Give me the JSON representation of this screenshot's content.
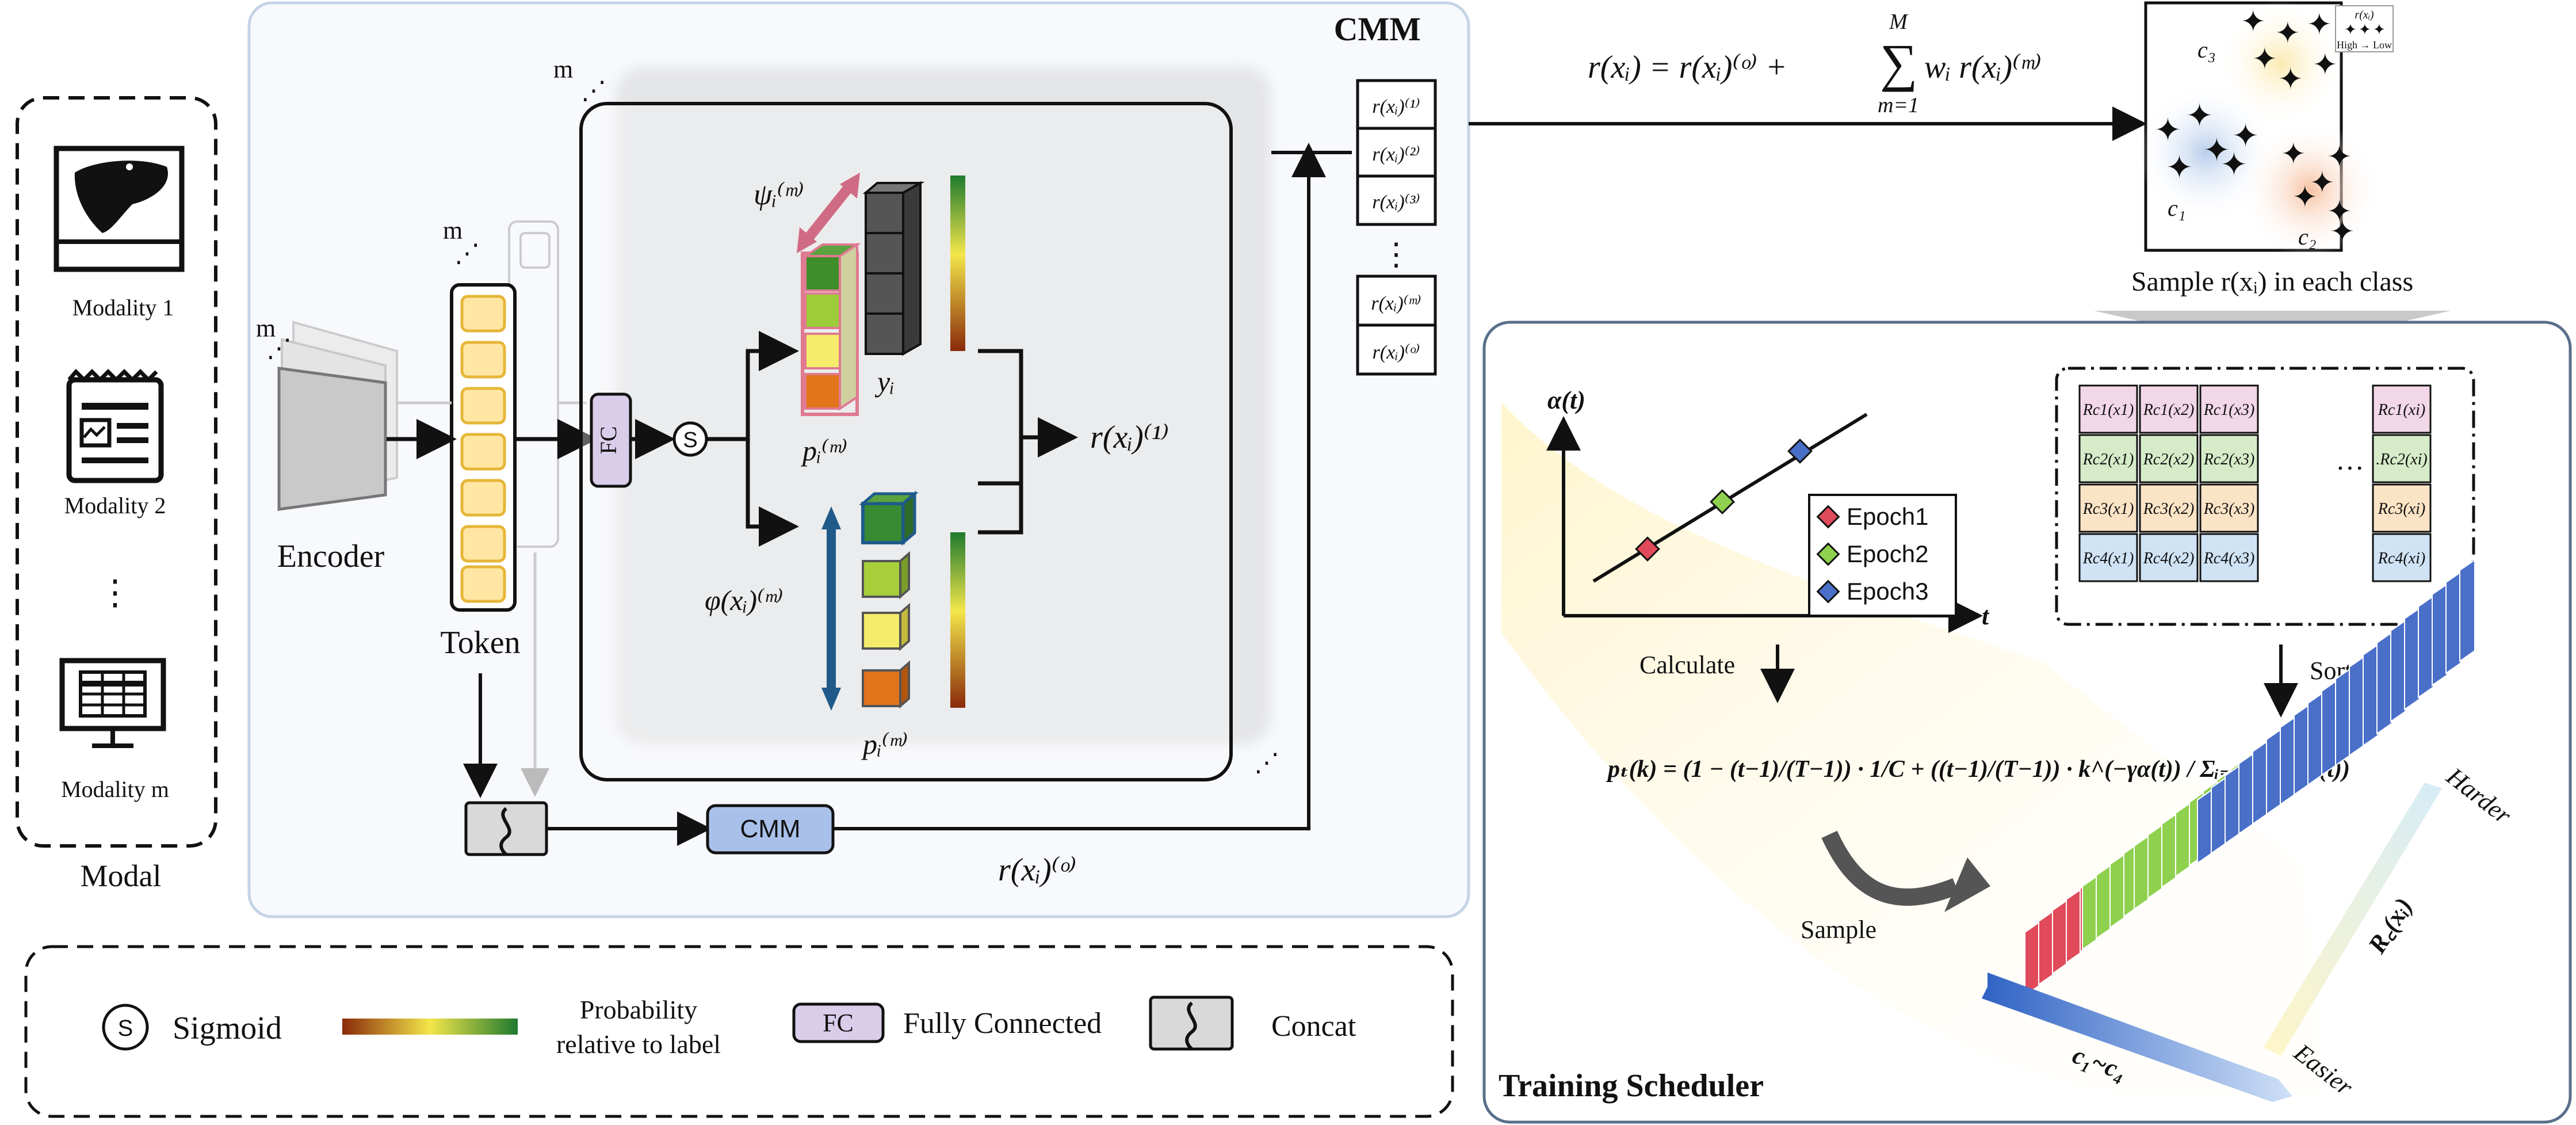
{
  "modal": {
    "title": "Modal",
    "items": [
      "Modality 1",
      "Modality 2",
      "Modality m"
    ],
    "ellipsis": "⋮"
  },
  "cmm_panel": {
    "title": "CMM",
    "encoder_label": "Encoder",
    "token_label": "Token",
    "fc_label": "FC",
    "sigmoid_symbol": "S",
    "m_mark": "m",
    "cmm_box_label": "CMM",
    "r_one": "r(xᵢ)⁽¹⁾",
    "r_o": "r(xᵢ)⁽ᵒ⁾",
    "psi_label": "ψᵢ⁽ᵐ⁾",
    "phi_label": "φ(xᵢ)⁽ᵐ⁾",
    "y_label": "yᵢ",
    "p_label": "pᵢ⁽ᵐ⁾",
    "r_stack": [
      "r(xᵢ)⁽¹⁾",
      "r(xᵢ)⁽²⁾",
      "r(xᵢ)⁽³⁾",
      "r(xᵢ)⁽ᵐ⁾",
      "r(xᵢ)⁽ᵒ⁾"
    ],
    "dots": "⋮"
  },
  "formula_top": {
    "lhs": "r(xᵢ) = r(xᵢ)⁽ᵒ⁾ +",
    "sum_top": "M",
    "sum_bottom": "m=1",
    "rhs": "wᵢ r(xᵢ)⁽ᵐ⁾"
  },
  "cluster": {
    "labels": [
      "c₁",
      "c₂",
      "c₃"
    ],
    "legend_title": "r(xᵢ)",
    "legend_scale": "High → Low",
    "caption": "Sample r(xᵢ) in each class"
  },
  "training": {
    "title": "Training Scheduler",
    "y_axis": "α(t)",
    "x_axis": "t",
    "legend": [
      {
        "label": "Epoch1",
        "color": "#e04a5a"
      },
      {
        "label": "Epoch2",
        "color": "#8fd14f"
      },
      {
        "label": "Epoch3",
        "color": "#4a6fc9"
      }
    ],
    "calculate": "Calculate",
    "sort": "Sort",
    "sample": "Sample",
    "formula": "pₜ(k) = (1 − (t−1)/(T−1)) · 1/C + ((t−1)/(T−1)) · k^(−γα(t)) / Σᵢ₌₁ᶜ i^(−γα(t))",
    "harder": "Harder",
    "easier": "Easier",
    "rc": "R꜀(xᵢ)",
    "c_range": "c₁~c₄",
    "table_rows": [
      [
        "Rc1(x1)",
        "Rc1(x2)",
        "Rc1(x3)",
        "Rc1(xi)"
      ],
      [
        "Rc2(x1)",
        "Rc2(x2)",
        "Rc2(x3)",
        ".Rc2(xi)"
      ],
      [
        "Rc3(x1)",
        "Rc3(x2)",
        "Rc3(x3)",
        "Rc3(xi)"
      ],
      [
        "Rc4(x1)",
        "Rc4(x2)",
        "Rc4(x3)",
        "Rc4(xi)"
      ]
    ],
    "table_dots": "···",
    "row_colors": [
      "#f2d7e8",
      "#d6ecc9",
      "#fbe3c6",
      "#cfe3f5"
    ]
  },
  "legend_bottom": {
    "sigmoid": "Sigmoid",
    "prob_line1": "Probability",
    "prob_line2": "relative to label",
    "fc": "FC",
    "fc_text": "Fully Connected",
    "concat": "Concat"
  },
  "colors": {
    "panel_border": "#c5d3e6",
    "panel_fill": "#f7f9fc",
    "token_fill": "#ffe7a3",
    "token_border": "#e6b638",
    "fc_fill": "#d9cdea",
    "cmm_fill": "#a9c1ea",
    "train_border": "#5a6f8a"
  }
}
